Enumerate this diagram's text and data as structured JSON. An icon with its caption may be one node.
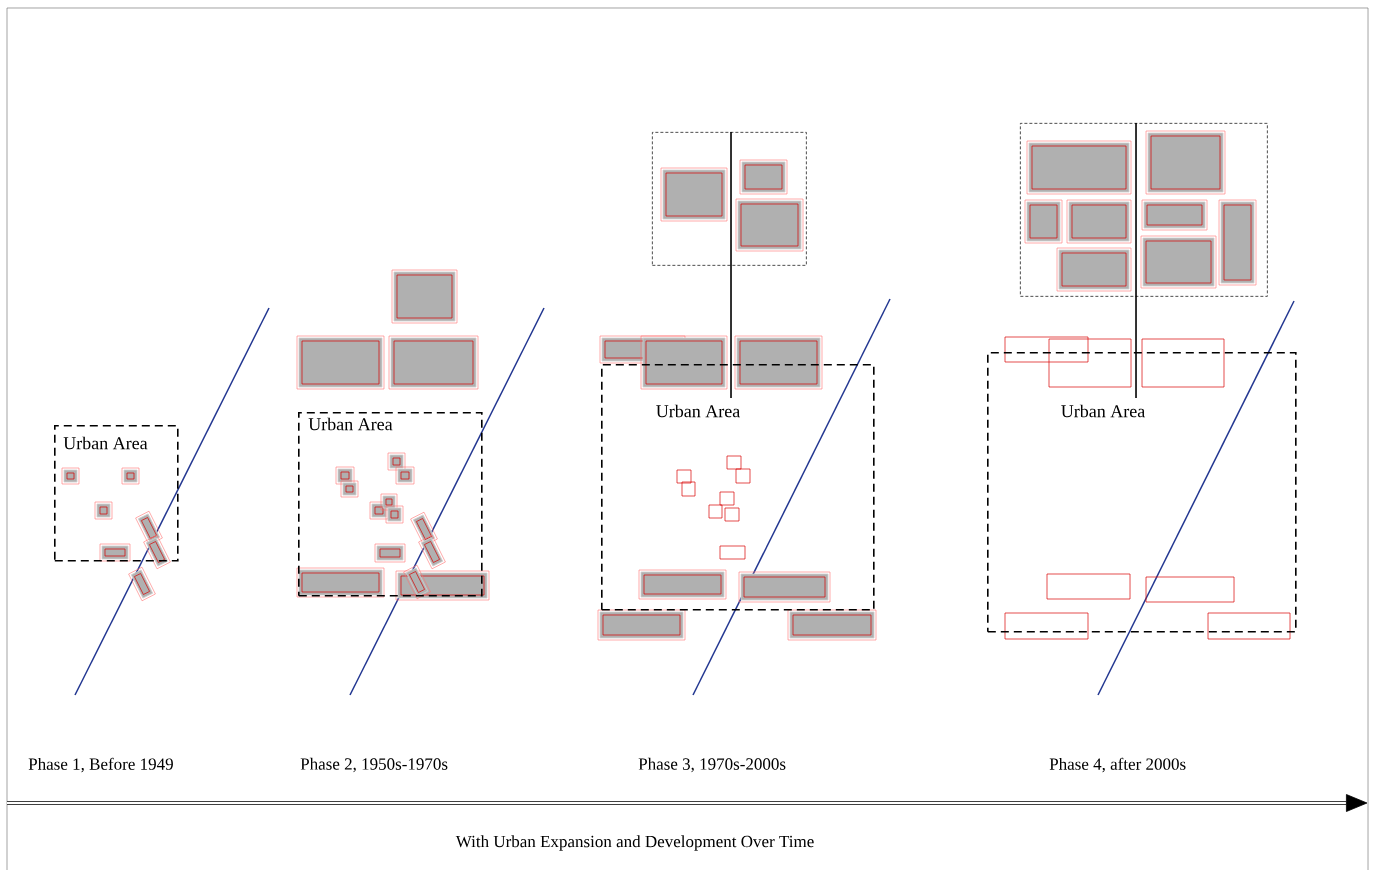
{
  "diagram": {
    "nodes": [
      {
        "text": [
          "Urban Area"
        ]
      },
      {
        "text": [
          "Urban Area"
        ]
      },
      {
        "text": [],
        "shape": "box"
      },
      {
        "text": [
          "Urban Area"
        ]
      },
      {
        "text": [],
        "shape": "box"
      },
      {
        "text": [
          "Urban Area"
        ]
      }
    ],
    "edges": [
      {
        "from": 2,
        "to": 3,
        "arrow": "none"
      },
      {
        "from": 4,
        "to": 5,
        "arrow": "none"
      }
    ],
    "labels": [
      "Phase 1, Before 1949",
      "Phase 2, 1950s-1970s",
      "Phase 3, 1970s-2000s",
      "Phase 4, after 2000s",
      "With Urban Expansion and Development Over Time"
    ]
  }
}
